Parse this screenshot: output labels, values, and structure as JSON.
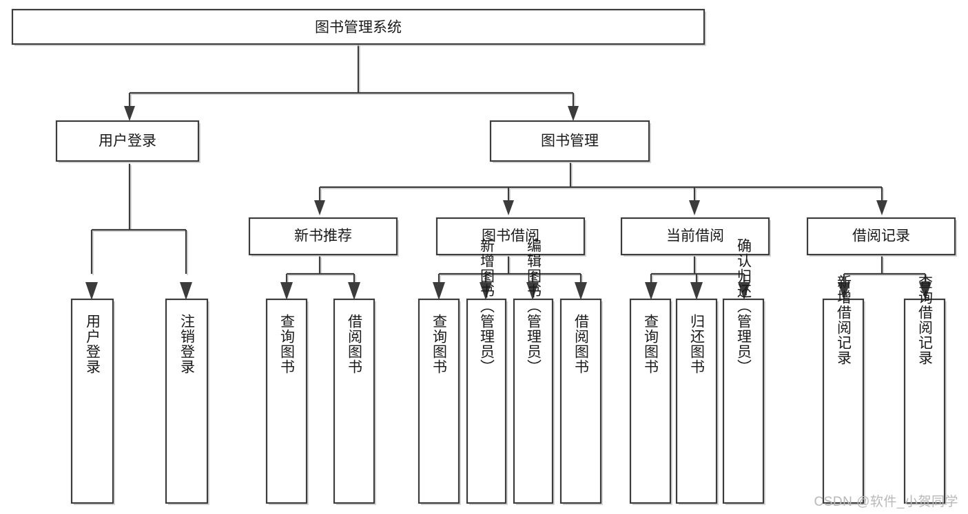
{
  "diagram": {
    "type": "tree-hierarchy",
    "title": "图书管理系统",
    "watermark": "CSDN @软件_小贺同学",
    "colors": {
      "stroke": "#3c3c3c",
      "fill": "#ffffff",
      "text": "#1a1a1a",
      "shadow": "#c8c8c8",
      "watermark": "#b8b8b8"
    },
    "nodes": {
      "root": {
        "label": "图书管理系统",
        "orientation": "horizontal"
      },
      "level1": [
        {
          "id": "user-login",
          "label": "用户登录",
          "orientation": "horizontal"
        },
        {
          "id": "book-management",
          "label": "图书管理",
          "orientation": "horizontal"
        }
      ],
      "level2": [
        {
          "id": "new-book-recommend",
          "label": "新书推荐",
          "orientation": "horizontal"
        },
        {
          "id": "book-borrow",
          "label": "图书借阅",
          "orientation": "horizontal"
        },
        {
          "id": "current-borrow",
          "label": "当前借阅",
          "orientation": "horizontal"
        },
        {
          "id": "borrow-record",
          "label": "借阅记录",
          "orientation": "horizontal"
        }
      ],
      "leaves": [
        {
          "id": "leaf-user-login",
          "label": "用户登录",
          "parent": "user-login",
          "orientation": "vertical"
        },
        {
          "id": "leaf-logout-login",
          "label": "注销登录",
          "parent": "user-login",
          "orientation": "vertical"
        },
        {
          "id": "leaf-query-book-1",
          "label": "查询图书",
          "parent": "new-book-recommend",
          "orientation": "vertical"
        },
        {
          "id": "leaf-borrow-book-1",
          "label": "借阅图书",
          "parent": "new-book-recommend",
          "orientation": "vertical"
        },
        {
          "id": "leaf-query-book-2",
          "label": "查询图书",
          "parent": "book-borrow",
          "orientation": "vertical"
        },
        {
          "id": "leaf-add-book",
          "label": "新增图书（管理员）",
          "parent": "book-borrow",
          "orientation": "vertical"
        },
        {
          "id": "leaf-edit-book",
          "label": "编辑图书（管理员）",
          "parent": "book-borrow",
          "orientation": "vertical"
        },
        {
          "id": "leaf-borrow-book-2",
          "label": "借阅图书",
          "parent": "book-borrow",
          "orientation": "vertical"
        },
        {
          "id": "leaf-query-book-3",
          "label": "查询图书",
          "parent": "current-borrow",
          "orientation": "vertical"
        },
        {
          "id": "leaf-return-book",
          "label": "归还图书",
          "parent": "current-borrow",
          "orientation": "vertical"
        },
        {
          "id": "leaf-confirm-return",
          "label": "确认归还（管理员）",
          "parent": "current-borrow",
          "orientation": "vertical"
        },
        {
          "id": "leaf-add-record",
          "label": "新增借阅记录",
          "parent": "borrow-record",
          "orientation": "vertical"
        },
        {
          "id": "leaf-query-record",
          "label": "查询借阅记录",
          "parent": "borrow-record",
          "orientation": "vertical"
        }
      ]
    }
  }
}
